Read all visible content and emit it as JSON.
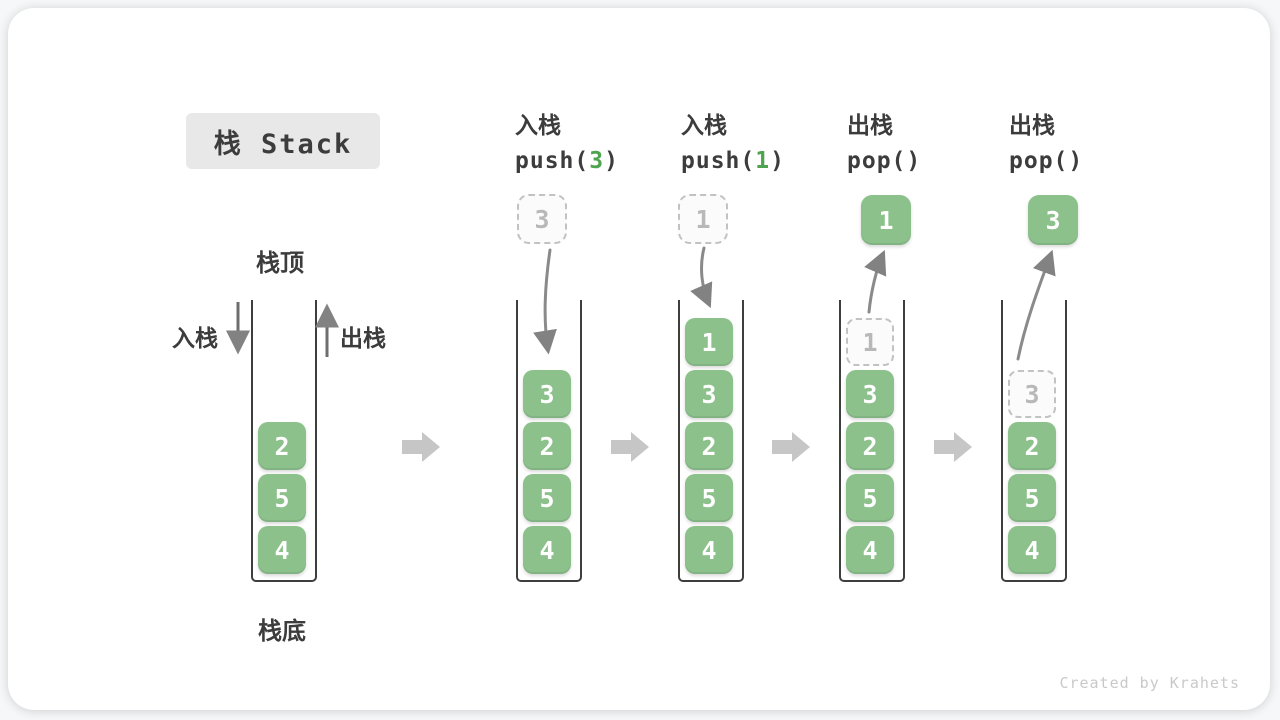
{
  "header": {
    "title": "栈 Stack"
  },
  "first_stack": {
    "top_label": "栈顶",
    "bottom_label": "栈底",
    "push_label": "入栈",
    "pop_label": "出栈"
  },
  "footer": {
    "credit": "Created by Krahets"
  },
  "colors": {
    "box_green": "#8cc18c",
    "arg_green": "#4ea34e",
    "curve_arrow_gray": "#8a8a8a",
    "block_arrow_gray": "#c6c6c6",
    "ghost_gray": "#b8b8b8",
    "title_bg": "#e8e8e8",
    "text_dark": "#3c3c3c"
  },
  "columns": [
    {
      "name": "initial",
      "cells": [
        {
          "v": "2"
        },
        {
          "v": "5"
        },
        {
          "v": "4"
        }
      ]
    },
    {
      "name": "push-3",
      "label": "入栈",
      "code_pre": "push(",
      "code_arg": "3",
      "code_post": ")",
      "float_value": "3",
      "cells": [
        {
          "v": "3"
        },
        {
          "v": "2"
        },
        {
          "v": "5"
        },
        {
          "v": "4"
        }
      ]
    },
    {
      "name": "push-1",
      "label": "入栈",
      "code_pre": "push(",
      "code_arg": "1",
      "code_post": ")",
      "float_value": "1",
      "cells": [
        {
          "v": "1"
        },
        {
          "v": "3"
        },
        {
          "v": "2"
        },
        {
          "v": "5"
        },
        {
          "v": "4"
        }
      ]
    },
    {
      "name": "pop-1",
      "label": "出栈",
      "code_pre": "pop(",
      "code_arg": "",
      "code_post": ")",
      "float_value": "1",
      "ghost_value": "1",
      "cells": [
        {
          "v": "3"
        },
        {
          "v": "2"
        },
        {
          "v": "5"
        },
        {
          "v": "4"
        }
      ]
    },
    {
      "name": "pop-3",
      "label": "出栈",
      "code_pre": "pop(",
      "code_arg": "",
      "code_post": ")",
      "float_value": "3",
      "ghost_value": "3",
      "cells": [
        {
          "v": "2"
        },
        {
          "v": "5"
        },
        {
          "v": "4"
        }
      ]
    }
  ]
}
